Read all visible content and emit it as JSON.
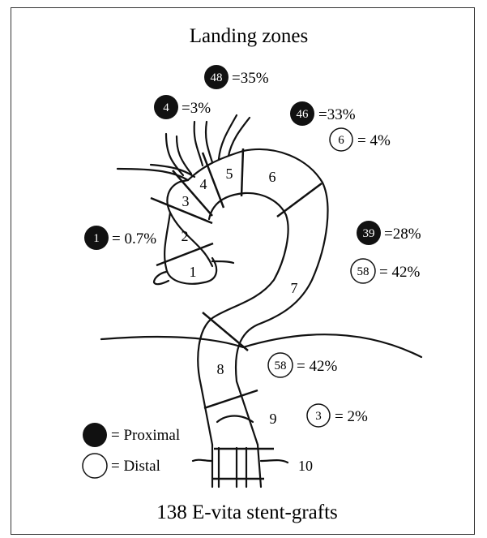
{
  "title": "Landing zones",
  "footer": "138 E-vita stent-grafts",
  "legend": {
    "proximal": "= Proximal",
    "distal": "= Distal"
  },
  "zones": [
    "1",
    "2",
    "3",
    "4",
    "5",
    "6",
    "7",
    "8",
    "9",
    "10"
  ],
  "proximal": [
    {
      "count": "48",
      "pct": "=35%"
    },
    {
      "count": "4",
      "pct": "=3%"
    },
    {
      "count": "46",
      "pct": "=33%"
    },
    {
      "count": "1",
      "pct": "= 0.7%"
    },
    {
      "count": "39",
      "pct": "=28%"
    }
  ],
  "distal": [
    {
      "count": "6",
      "pct": "= 4%"
    },
    {
      "count": "58",
      "pct": "= 42%"
    },
    {
      "count": "58",
      "pct": "= 42%"
    },
    {
      "count": "3",
      "pct": "= 2%"
    }
  ],
  "colors": {
    "ink": "#111111",
    "filled": "#111111",
    "hollow": "#ffffff"
  }
}
